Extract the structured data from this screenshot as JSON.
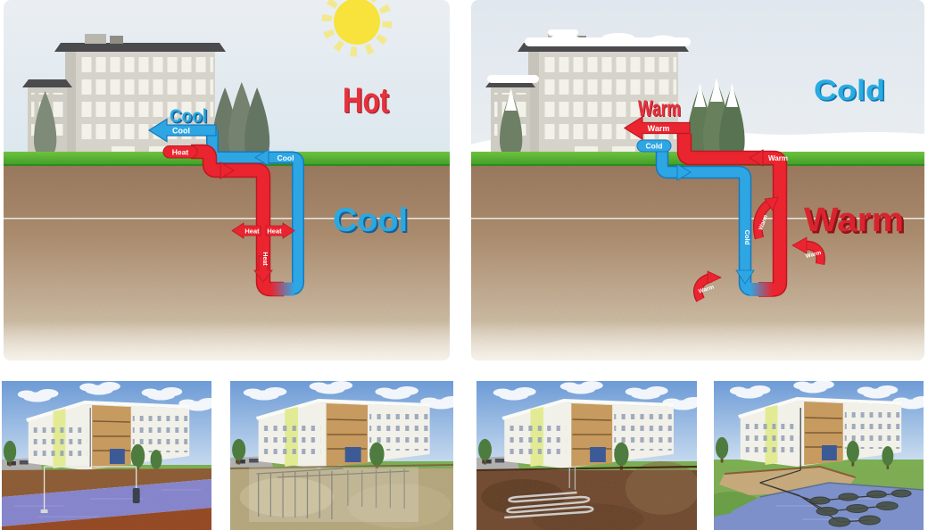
{
  "summer_panel": {
    "air_temperature_label": "Hot",
    "ground_temperature_label": "Cool",
    "cool_air_title": "Cool",
    "cool_air_arrow_label": "Cool",
    "heat_return_label": "Heat",
    "cool_supply_label": "Cool",
    "heat_dissipate_left": "Heat",
    "heat_dissipate_right": "Heat",
    "heat_dissipate_down": "Heat"
  },
  "winter_panel": {
    "air_temperature_label": "Cold",
    "ground_temperature_label": "Warm",
    "warm_air_title": "Warm",
    "warm_air_arrow_label": "Warm",
    "cold_supply_label": "Cold",
    "cold_down_pipe_label": "Cold",
    "warm_return_label": "Warm",
    "ground_heat_in_1": "Warm",
    "ground_heat_in_2": "Warm",
    "ground_heat_in_3": "Warm"
  },
  "thumbnails": [
    {
      "system": "groundwater-well-system"
    },
    {
      "system": "vertical-borehole-field"
    },
    {
      "system": "horizontal-ground-loop"
    },
    {
      "system": "pond-lake-loop"
    }
  ],
  "colors": {
    "hot_red": "#e5323c",
    "cold_blue": "#29abe2",
    "pipe_red": "#ea2530",
    "pipe_blue": "#2ea6e4",
    "grass_green": "#58b135",
    "soil_brown": "#ab8a6c",
    "sun_yellow": "#f7e33b",
    "snow_white": "#ffffff"
  }
}
